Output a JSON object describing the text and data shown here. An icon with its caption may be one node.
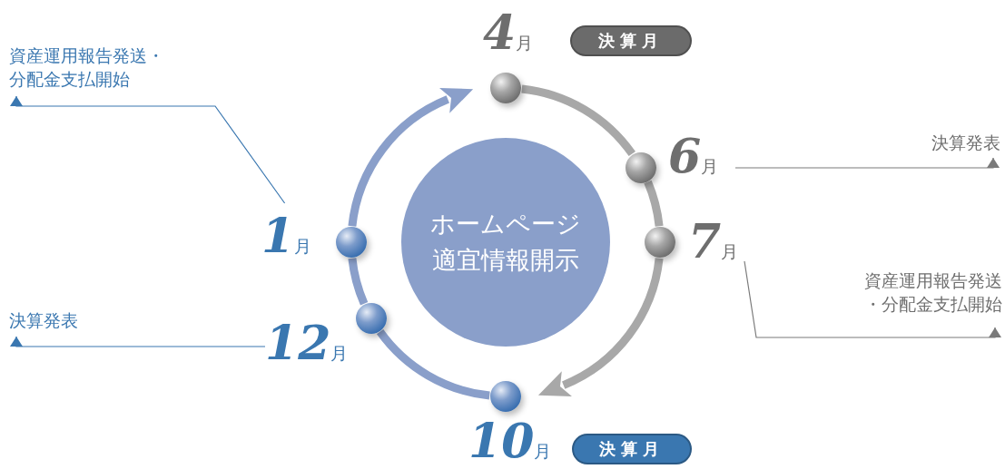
{
  "diagram": {
    "nodes": [
      {
        "text": [
          "資産運用報告発送・分配金支払開始"
        ]
      },
      {
        "text": [
          "4月"
        ]
      },
      {
        "text": [
          "決算月"
        ]
      },
      {
        "text": [],
        "shape": "circle"
      },
      {
        "text": [
          "決算発表"
        ]
      },
      {
        "text": [],
        "shape": "circle"
      },
      {
        "text": [
          "6月"
        ]
      },
      {
        "text": [
          "ホームページ適宜情報開示"
        ]
      },
      {
        "text": [],
        "shape": "circle"
      },
      {
        "text": [
          "1月"
        ]
      },
      {
        "text": [],
        "shape": "circle"
      },
      {
        "text": [
          "7月"
        ]
      },
      {
        "text": [
          "資産運用報告発送・分配金支払開始"
        ]
      },
      {
        "text": [
          "決算発表"
        ]
      },
      {
        "text": [],
        "shape": "circle"
      },
      {
        "text": [
          "12月"
        ]
      },
      {
        "text": [],
        "shape": "circle"
      },
      {
        "text": [
          "10月"
        ]
      },
      {
        "text": [
          "決算月"
        ]
      }
    ],
    "edges": [
      {
        "from": 16,
        "to": 14,
        "arrow": "none",
        "color": "#8a9fca"
      },
      {
        "from": 14,
        "to": 8,
        "arrow": "none",
        "color": "#8a9fca"
      },
      {
        "from": 8,
        "to": 3,
        "arrow": "to",
        "color": "#8a9fca"
      },
      {
        "from": 3,
        "to": 5,
        "arrow": "none",
        "color": "#a8a8a8"
      },
      {
        "from": 5,
        "to": 10,
        "arrow": "none",
        "color": "#a8a8a8"
      },
      {
        "from": 10,
        "to": 16,
        "arrow": "to",
        "color": "#a8a8a8"
      },
      {
        "from": 9,
        "to": 0,
        "arrow": "to",
        "color": "#3a77b0"
      },
      {
        "from": 6,
        "to": 4,
        "arrow": "to",
        "color": "#7a7a7a"
      },
      {
        "from": 11,
        "to": 12,
        "arrow": "to",
        "color": "#7a7a7a"
      },
      {
        "from": 15,
        "to": 13,
        "arrow": "to",
        "color": "#3a77b0"
      }
    ]
  }
}
